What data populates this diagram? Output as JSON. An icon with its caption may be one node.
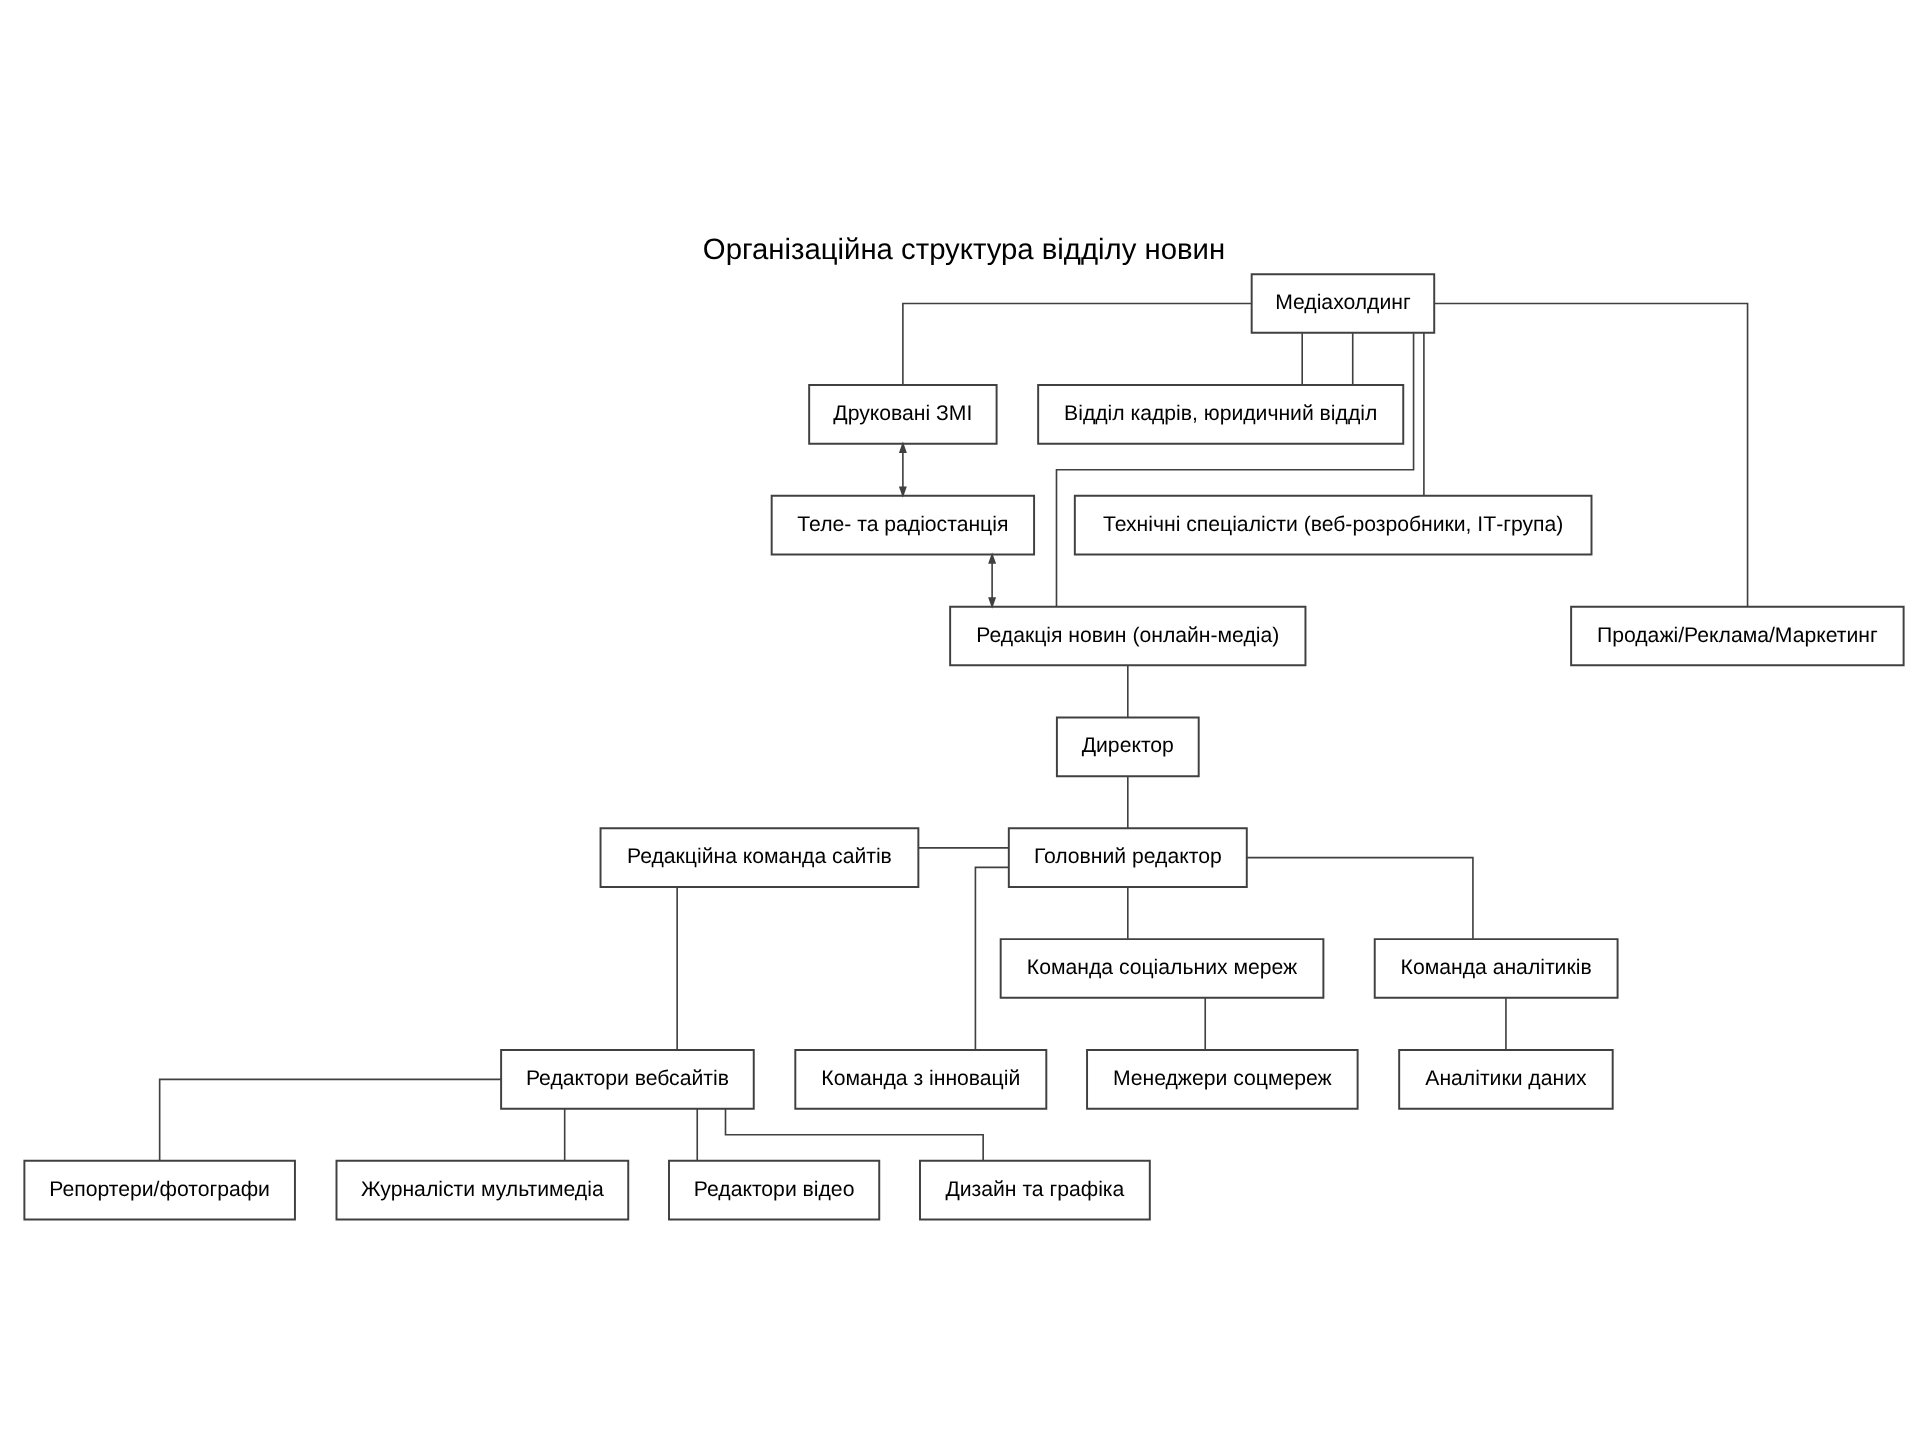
{
  "diagram": {
    "title": "Організаційна структура відділу новин",
    "nodes": [
      {
        "text": [
          "Медіахолдинг"
        ]
      },
      {
        "text": [
          "Друковані ЗМІ"
        ]
      },
      {
        "text": [
          "Відділ кадрів, юридичний відділ"
        ]
      },
      {
        "text": [
          "Теле- та радіостанція"
        ]
      },
      {
        "text": [
          "Технічні спеціалісти (веб-розробники, ІТ-група)"
        ]
      },
      {
        "text": [
          "Редакція новин (онлайн-медіа)"
        ]
      },
      {
        "text": [
          "Продажі/Реклама/Маркетинг"
        ]
      },
      {
        "text": [
          "Директор"
        ]
      },
      {
        "text": [
          "Редакційна команда сайтів"
        ]
      },
      {
        "text": [
          "Головний редактор"
        ]
      },
      {
        "text": [
          "Команда соціальних мереж"
        ]
      },
      {
        "text": [
          "Команда аналітиків"
        ]
      },
      {
        "text": [
          "Редактори вебсайтів"
        ]
      },
      {
        "text": [
          "Команда з інновацій"
        ]
      },
      {
        "text": [
          "Менеджери соцмереж"
        ]
      },
      {
        "text": [
          "Аналітики даних"
        ]
      },
      {
        "text": [
          "Репортери/фотографи"
        ]
      },
      {
        "text": [
          "Журналісти мультимедіа"
        ]
      },
      {
        "text": [
          "Редактори відео"
        ]
      },
      {
        "text": [
          "Дизайн та графіка"
        ]
      }
    ],
    "edges": [
      {
        "from": 0,
        "to": 1,
        "arrow": "none"
      },
      {
        "from": 0,
        "to": 2,
        "arrow": "none"
      },
      {
        "from": 0,
        "to": 2,
        "arrow": "none"
      },
      {
        "from": 0,
        "to": 4,
        "arrow": "none"
      },
      {
        "from": 0,
        "to": 6,
        "arrow": "none"
      },
      {
        "from": 0,
        "to": 5,
        "arrow": "none"
      },
      {
        "from": 1,
        "to": 3,
        "arrow": "both"
      },
      {
        "from": 3,
        "to": 5,
        "arrow": "both"
      },
      {
        "from": 5,
        "to": 7,
        "arrow": "none"
      },
      {
        "from": 7,
        "to": 9,
        "arrow": "none"
      },
      {
        "from": 8,
        "to": 9,
        "arrow": "none"
      },
      {
        "from": 9,
        "to": 13,
        "arrow": "none"
      },
      {
        "from": 9,
        "to": 10,
        "arrow": "none"
      },
      {
        "from": 9,
        "to": 11,
        "arrow": "none"
      },
      {
        "from": 8,
        "to": 12,
        "arrow": "none"
      },
      {
        "from": 10,
        "to": 14,
        "arrow": "none"
      },
      {
        "from": 11,
        "to": 15,
        "arrow": "none"
      },
      {
        "from": 12,
        "to": 16,
        "arrow": "none"
      },
      {
        "from": 12,
        "to": 17,
        "arrow": "none"
      },
      {
        "from": 12,
        "to": 18,
        "arrow": "none"
      },
      {
        "from": 12,
        "to": 19,
        "arrow": "none"
      }
    ]
  }
}
